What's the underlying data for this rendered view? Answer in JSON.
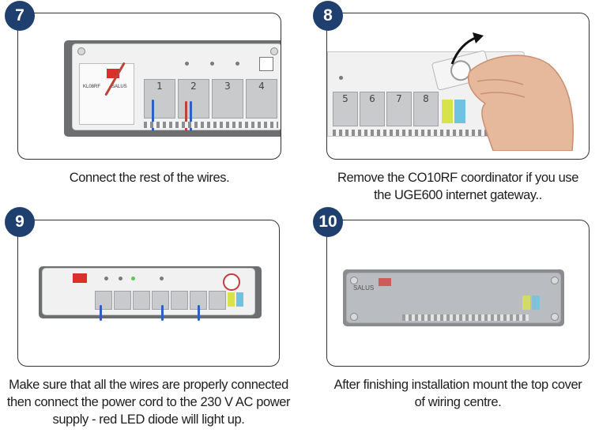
{
  "steps": [
    {
      "number": "7",
      "caption": [
        "Connect the rest of the wires."
      ]
    },
    {
      "number": "8",
      "caption": [
        "Remove the CO10RF coordinator if you use",
        "the UGE600 internet gateway.."
      ]
    },
    {
      "number": "9",
      "caption": [
        "Make sure that all the wires are properly connected",
        "then connect the power cord to the 230 V AC power",
        "supply - red LED diode will light up."
      ]
    },
    {
      "number": "10",
      "caption": [
        "After finishing installation mount the top cover",
        "of wiring centre."
      ]
    }
  ],
  "device": {
    "model_label": "KL08RF",
    "brand": "SALUS",
    "zone_numbers": [
      "1",
      "2",
      "3",
      "4",
      "5",
      "6",
      "7",
      "8"
    ]
  },
  "colors": {
    "badge": "#1f3f6e",
    "accent_red": "#d9302c",
    "pump_yellow": "#d8e24a",
    "boiler_cyan": "#6fc3e1"
  }
}
